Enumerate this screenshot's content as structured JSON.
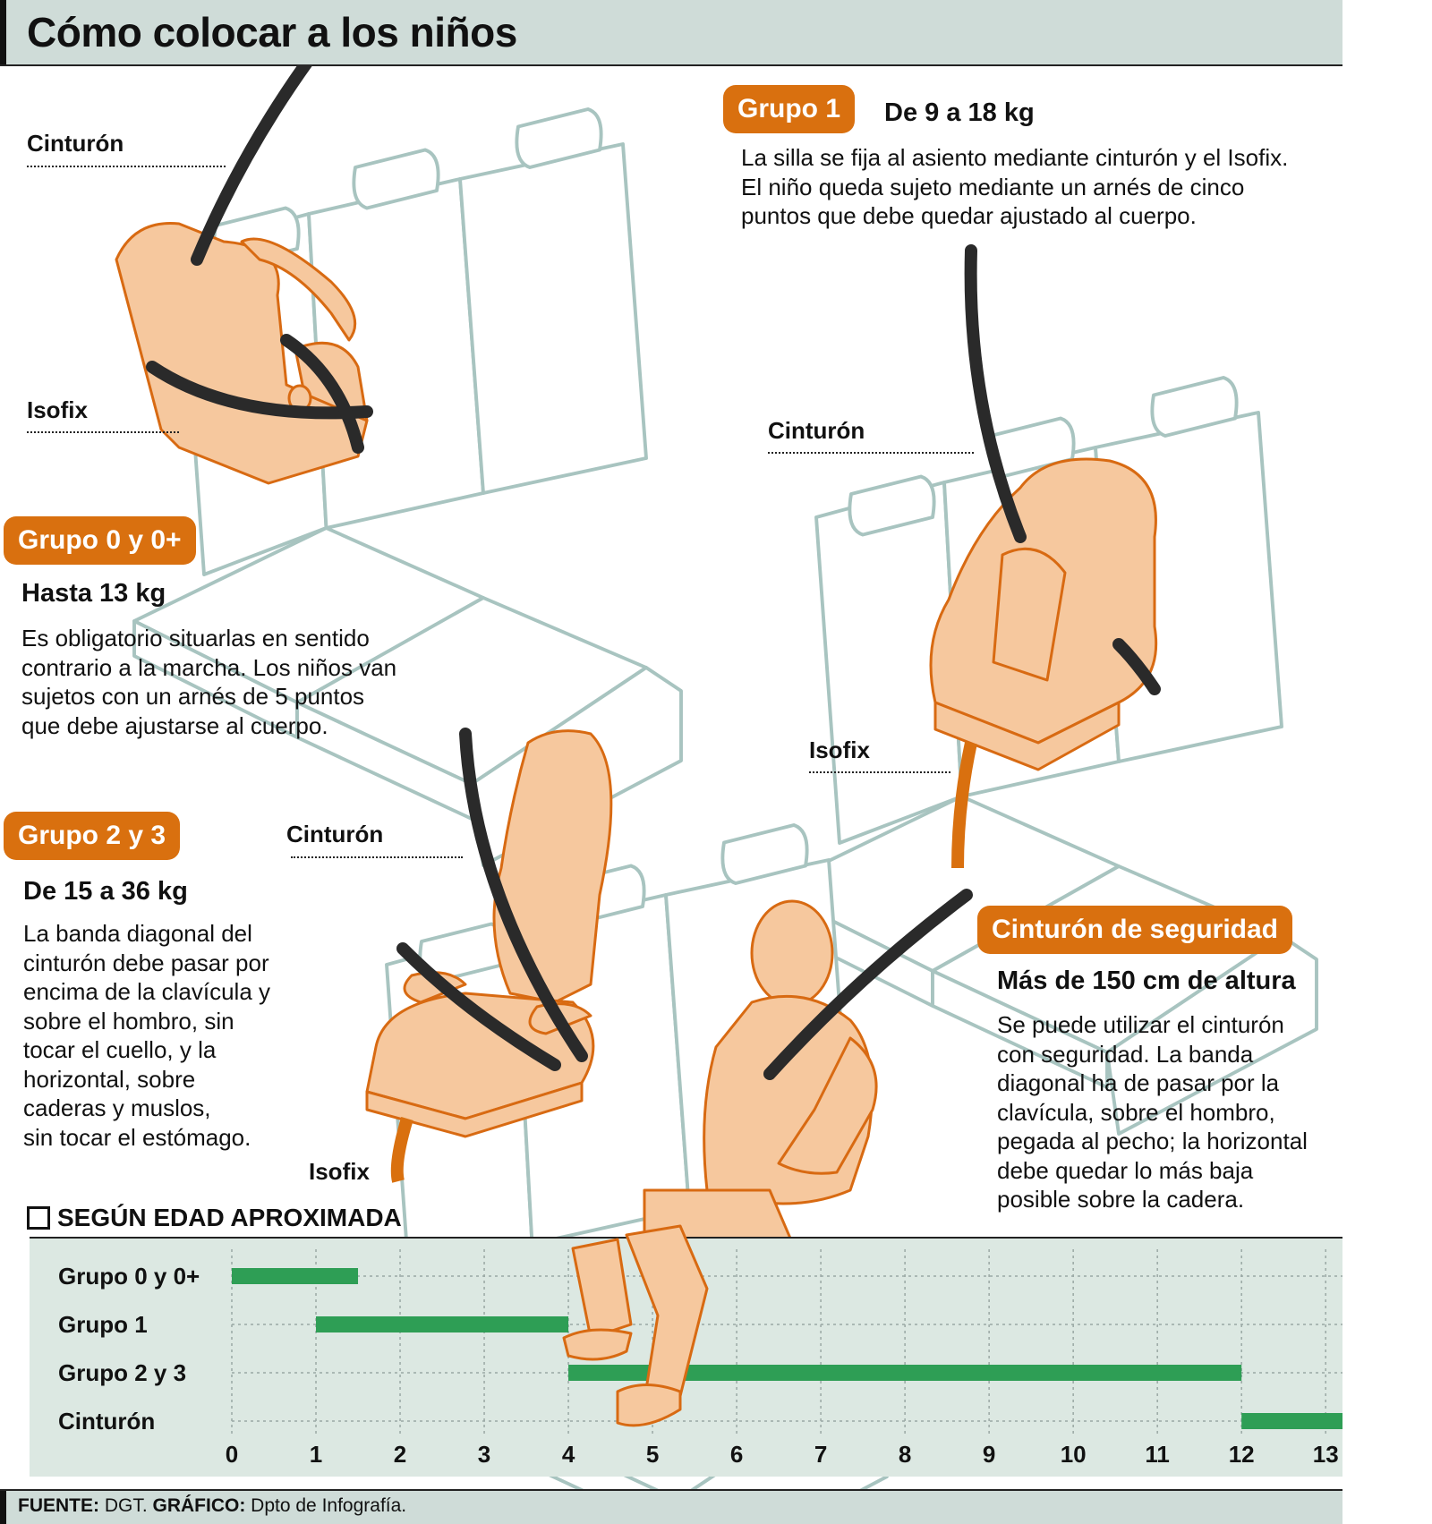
{
  "title": "Cómo colocar a los niños",
  "sections": {
    "group0": {
      "pill": "Grupo 0 y 0+",
      "weight": "Hasta 13 kg",
      "lines": [
        "Es obligatorio situarlas en sentido",
        "contrario a la marcha. Los niños van",
        "sujetos con un arnés de 5 puntos",
        "que debe ajustarse al cuerpo."
      ]
    },
    "group1": {
      "pill": "Grupo 1",
      "weight": "De 9 a 18 kg",
      "lines": [
        "La silla se fija al asiento mediante cinturón y el Isofix.",
        "El niño queda sujeto mediante un arnés de cinco",
        "puntos que debe quedar ajustado al cuerpo."
      ]
    },
    "group23": {
      "pill": "Grupo 2 y 3",
      "weight": "De 15 a 36 kg",
      "lines": [
        "La banda diagonal del",
        "cinturón debe pasar por",
        "encima de la clavícula y",
        "sobre el hombro, sin",
        "tocar el cuello, y la",
        "horizontal, sobre",
        "caderas y muslos,",
        "sin tocar el estómago."
      ]
    },
    "belt": {
      "pill": "Cinturón de seguridad",
      "weight": "Más de 150 cm de altura",
      "lines": [
        "Se puede utilizar el cinturón",
        "con seguridad. La banda",
        "diagonal ha de pasar por la",
        "clavícula, sobre el hombro,",
        "pegada al pecho; la horizontal",
        "debe quedar lo más baja",
        "posible sobre la cadera."
      ]
    }
  },
  "callouts": {
    "belt_label": "Cinturón",
    "isofix_label": "Isofix"
  },
  "age_chart": {
    "title": "SEGÚN EDAD APROXIMADA"
  },
  "chart_data": {
    "type": "bar",
    "orientation": "horizontal-range",
    "title": "SEGÚN EDAD APROXIMADA",
    "categories": [
      "Grupo 0 y 0+",
      "Grupo 1",
      "Grupo 2 y 3",
      "Cinturón"
    ],
    "ranges": [
      [
        0,
        1.5
      ],
      [
        1,
        4
      ],
      [
        4,
        12
      ],
      [
        12,
        13.2
      ]
    ],
    "x_ticks": [
      0,
      1,
      2,
      3,
      4,
      5,
      6,
      7,
      8,
      9,
      10,
      11,
      12,
      13
    ],
    "xlim": [
      0,
      13.2
    ],
    "grid": "dotted vertical",
    "bar_color": "#2e9e55"
  },
  "colors": {
    "orange": "#d9700f",
    "seat_fill": "#f6c89e",
    "seat_line": "#d86a12",
    "car_seat_line": "#a8c4c0",
    "strap": "#2a2a2a",
    "chart_bg": "#dce8e2",
    "header_bg": "#cfdcd8"
  },
  "footer": {
    "source_label": "FUENTE:",
    "source": " DGT. ",
    "graphic_label": "GRÁFICO:",
    "graphic": " Dpto de Infografía."
  }
}
